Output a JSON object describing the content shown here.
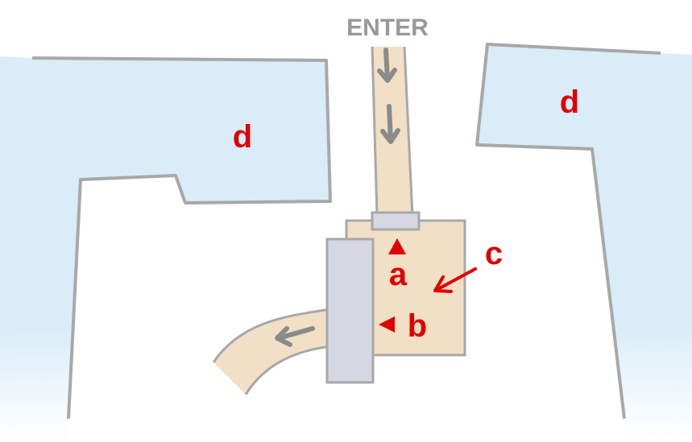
{
  "title": "ENTER",
  "labels": {
    "a": "a",
    "b": "b",
    "c": "c",
    "d_left": "d",
    "d_right": "d"
  },
  "colors": {
    "water": "#d9ecf8",
    "path": "#f1dfc6",
    "outline": "#a8a8a8",
    "structure": "#d5d8e3",
    "label": "#e00000",
    "arrow": "#8a8a8a",
    "title": "#999999"
  }
}
